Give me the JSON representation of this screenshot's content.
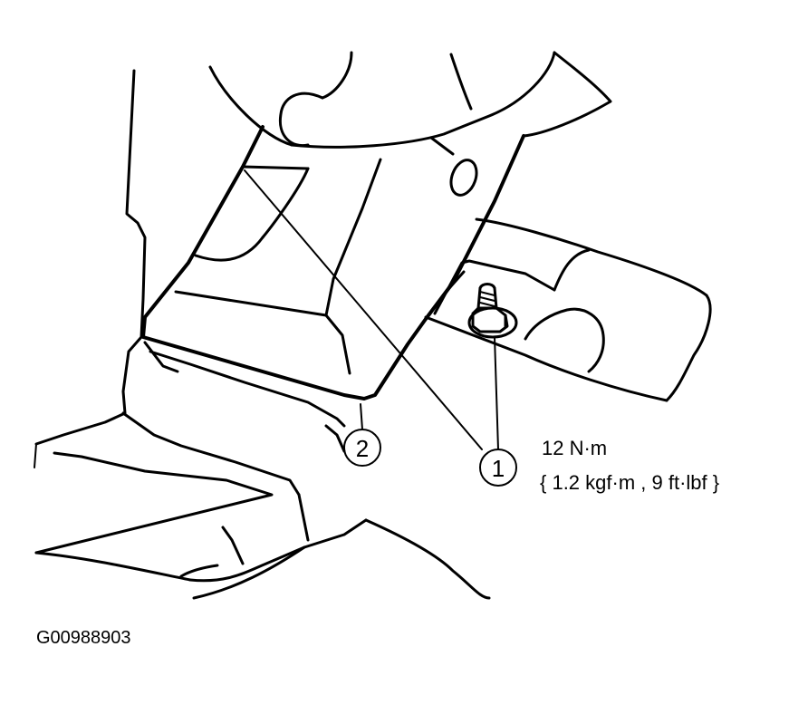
{
  "callouts": {
    "one": "1",
    "two": "2"
  },
  "torque": {
    "value": "12 N·m",
    "conversion": "{ 1.2 kgf·m , 9 ft·lbf }"
  },
  "figure_id": "G00988903"
}
